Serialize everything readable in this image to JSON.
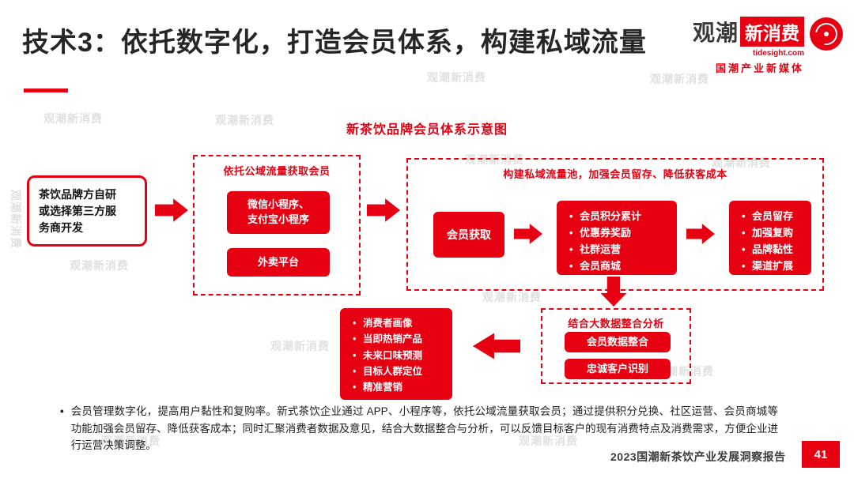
{
  "colors": {
    "accent_red": "#e60012",
    "title_text": "#262626"
  },
  "watermark": {
    "text": "观潮新消费"
  },
  "header": {
    "title": "技术3：依托数字化，打造会员体系，构建私域流量",
    "logo": {
      "brand_black": "观潮",
      "brand_red": "新消费",
      "domain": "tidesight.com",
      "tagline": "国潮产业新媒体"
    }
  },
  "diagram": {
    "title": "新茶饮品牌会员体系示意图",
    "source_box": "茶饮品牌方自研\n或选择第三方服\n务商开发",
    "group_public": {
      "title": "依托公域流量获取会员",
      "box1": "微信小程序、\n支付宝小程序",
      "box2": "外卖平台"
    },
    "group_private": {
      "title": "构建私域流量池，加强会员留存、降低获客成本",
      "acquire_box": "会员获取",
      "ops_list": [
        "会员积分累计",
        "优惠券奖励",
        "社群运营",
        "会员商城"
      ],
      "result_list": [
        "会员留存",
        "加强复购",
        "品牌黏性",
        "渠道扩展"
      ]
    },
    "group_bigdata": {
      "title": "结合大数据整合分析",
      "box1": "会员数据整合",
      "box2": "忠诚客户识别"
    },
    "insight_list": [
      "消费者画像",
      "当即热销产品",
      "未来口味预测",
      "目标人群定位",
      "精准营销"
    ]
  },
  "body": {
    "bullet_text": "会员管理数字化，提高用户黏性和复购率。新式茶饮企业通过 APP、小程序等，依托公域流量获取会员；通过提供积分兑换、社区运营、会员商城等功能加强会员留存、降低获客成本；同时汇聚消费者数据及意见，结合大数据整合与分析，可以反馈目标客户的现有消费特点及消费需求，方便企业进行运营决策调整。"
  },
  "footer": {
    "report_title": "2023国潮新茶饮产业发展洞察报告",
    "page_number": "41"
  }
}
